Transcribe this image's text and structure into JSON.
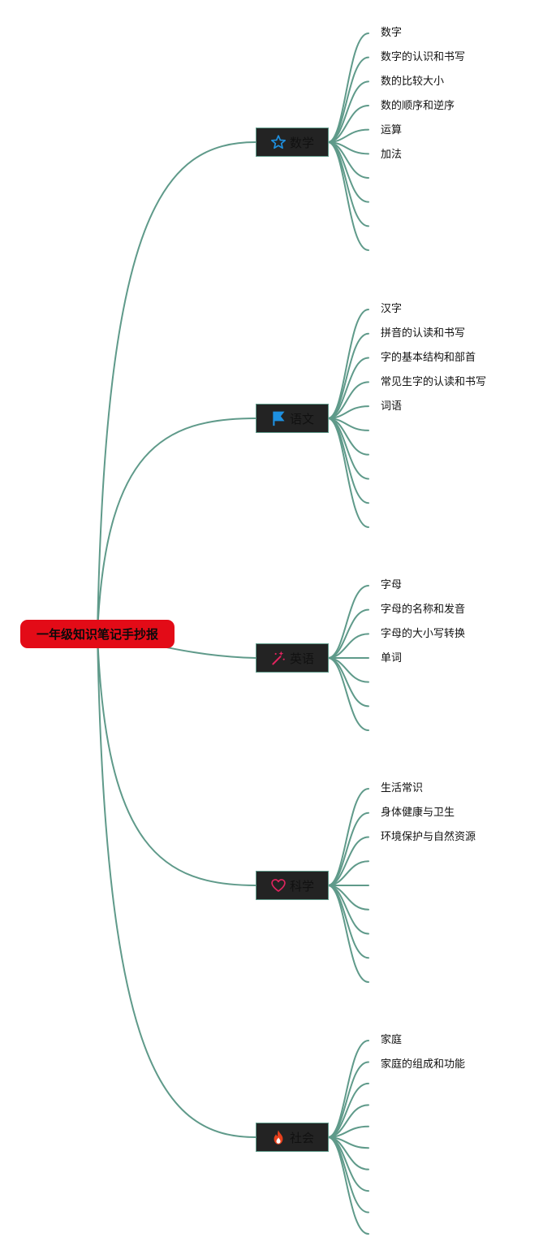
{
  "root": {
    "label": "一年级知识笔记手抄报",
    "color": "#e30b17"
  },
  "line_color": "#5f9a8a",
  "branches": [
    {
      "key": "math",
      "label": "数学",
      "icon": "star-outline-icon",
      "icon_color": "#1e90e0",
      "leaves": [
        "数字",
        "数字的认识和书写",
        "数的比较大小",
        "数的顺序和逆序",
        "运算",
        "加法",
        "",
        "",
        "",
        ""
      ]
    },
    {
      "key": "chinese",
      "label": "语文",
      "icon": "flag-icon",
      "icon_color": "#1e90e0",
      "leaves": [
        "汉字",
        "拼音的认读和书写",
        "字的基本结构和部首",
        "常见生字的认读和书写",
        "词语",
        "",
        "",
        "",
        "",
        ""
      ]
    },
    {
      "key": "english",
      "label": "英语",
      "icon": "magic-wand-icon",
      "icon_color": "#e0245e",
      "leaves": [
        "字母",
        "字母的名称和发音",
        "字母的大小写转换",
        "单词",
        "",
        "",
        ""
      ]
    },
    {
      "key": "science",
      "label": "科学",
      "icon": "heart-outline-icon",
      "icon_color": "#e0245e",
      "leaves": [
        "生活常识",
        "身体健康与卫生",
        "环境保护与自然资源",
        "",
        "",
        "",
        "",
        "",
        ""
      ]
    },
    {
      "key": "society",
      "label": "社会",
      "icon": "fire-icon",
      "icon_color": "#e8401c",
      "leaves": [
        "家庭",
        "家庭的组成和功能",
        "",
        "",
        "",
        "",
        "",
        "",
        "",
        ""
      ]
    }
  ]
}
